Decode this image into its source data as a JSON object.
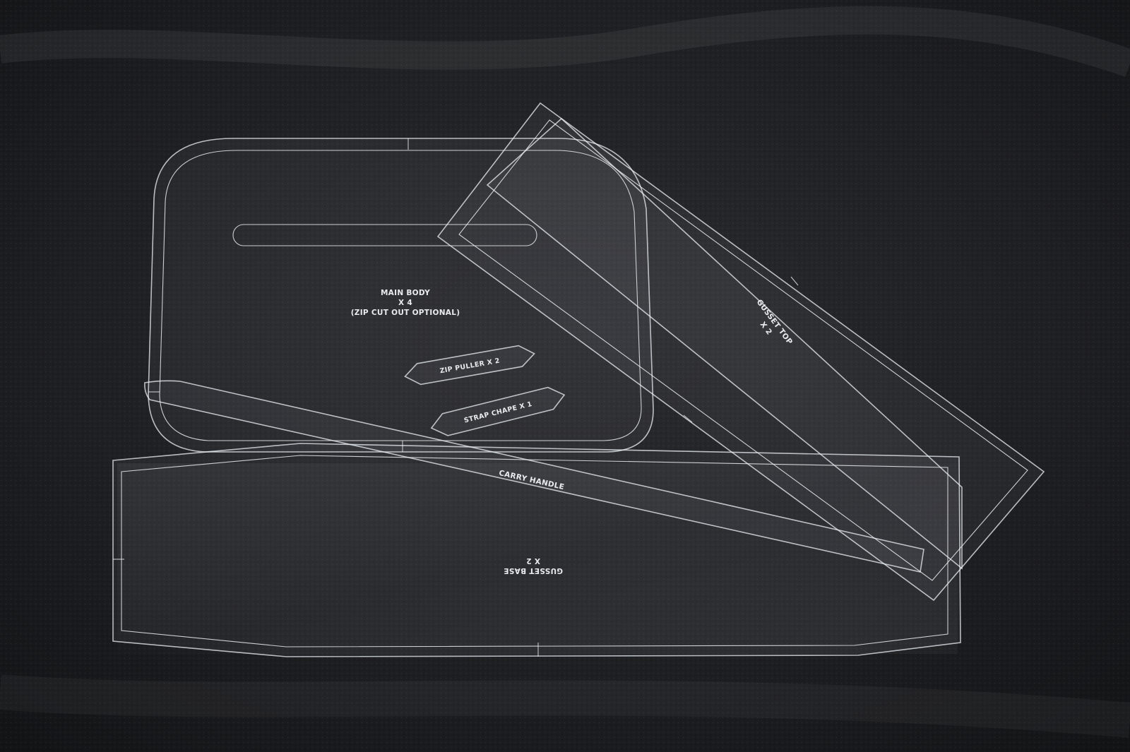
{
  "template_pieces": {
    "main_body": {
      "name": "MAIN BODY",
      "quantity": "X 4",
      "note": "(ZIP CUT OUT OPTIONAL)"
    },
    "zip_puller": {
      "label": "ZIP PULLER X 2"
    },
    "strap_chape": {
      "label": "STRAP CHAPE X 1"
    },
    "gusset_top": {
      "name": "GUSSET TOP",
      "quantity": "X 2"
    },
    "carry_handle": {
      "label": "CARRY HANDLE"
    },
    "gusset_base": {
      "name": "GUSSET BASE",
      "quantity": "X 2"
    }
  },
  "colors": {
    "leather": "#1b1c1e",
    "acrylic_edge": "#e6ebf0",
    "label_text": "#e8eaec"
  }
}
